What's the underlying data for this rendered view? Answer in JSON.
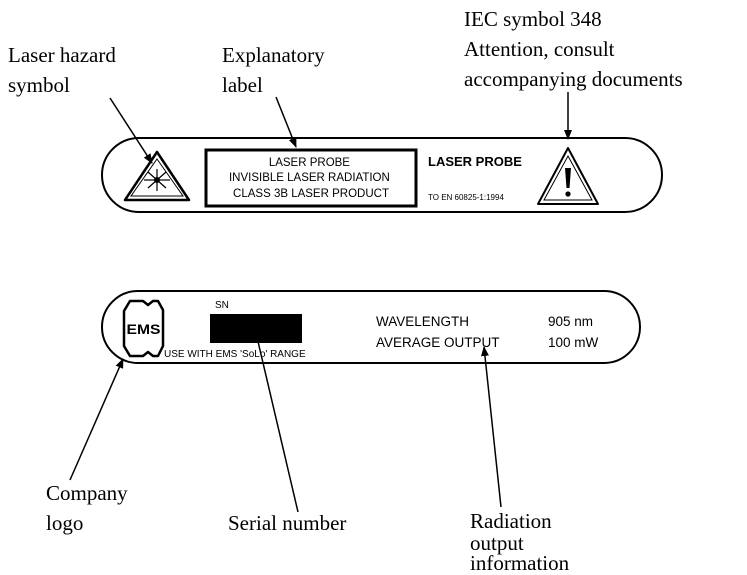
{
  "callouts": {
    "laser_hazard": [
      "Laser hazard",
      "symbol"
    ],
    "explanatory": [
      "Explanatory",
      "label"
    ],
    "iec": [
      "IEC symbol 348",
      "Attention, consult",
      "accompanying documents"
    ],
    "company_logo": [
      "Company",
      "logo"
    ],
    "serial_number": [
      "Serial number"
    ],
    "radiation_output": [
      "Radiation",
      "output",
      "information"
    ]
  },
  "top_label": {
    "explanatory_box": [
      "LASER PROBE",
      "INVISIBLE LASER RADIATION",
      "CLASS 3B LASER PRODUCT"
    ],
    "laser_probe": "LASER PROBE",
    "standard": "TO EN 60825-1:1994"
  },
  "bottom_label": {
    "logo_text": "EMS",
    "sn_label": "SN",
    "use_with": "USE WITH EMS 'SoLo' RANGE",
    "wavelength_label": "WAVELENGTH",
    "wavelength_value": "905 nm",
    "average_output_label": "AVERAGE  OUTPUT",
    "average_output_value": "100 mW"
  },
  "colors": {
    "ink": "#000000",
    "background": "#ffffff"
  }
}
